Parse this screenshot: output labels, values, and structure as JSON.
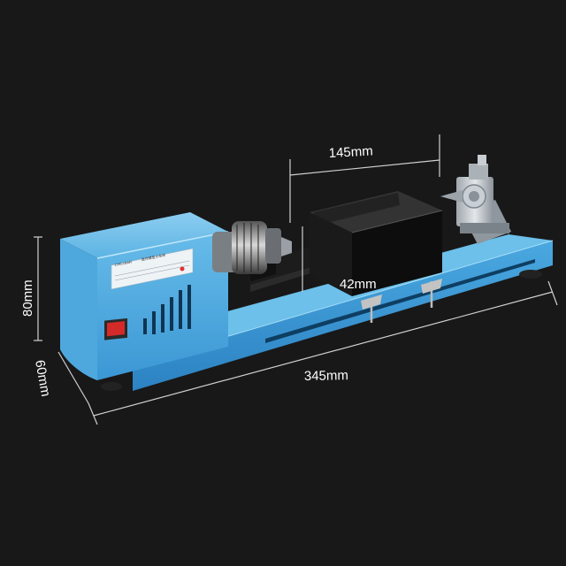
{
  "dimensions": {
    "width_label": "145mm",
    "height_label": "42mm",
    "front_height_label": "80mm",
    "depth_label": "60mm",
    "length_label": "345mm"
  },
  "colors": {
    "background": "#181818",
    "body_blue": "#5cb3e3",
    "rail_blue": "#3f9fdc",
    "switch_red": "#d42a2a"
  },
  "product_label": {
    "brand": "CHILLBAR",
    "title": "迷你微型小车床"
  },
  "icons": {
    "chuck": "drill-chuck-icon",
    "tailstock": "tailstock-center-icon",
    "power": "power-switch-icon"
  }
}
